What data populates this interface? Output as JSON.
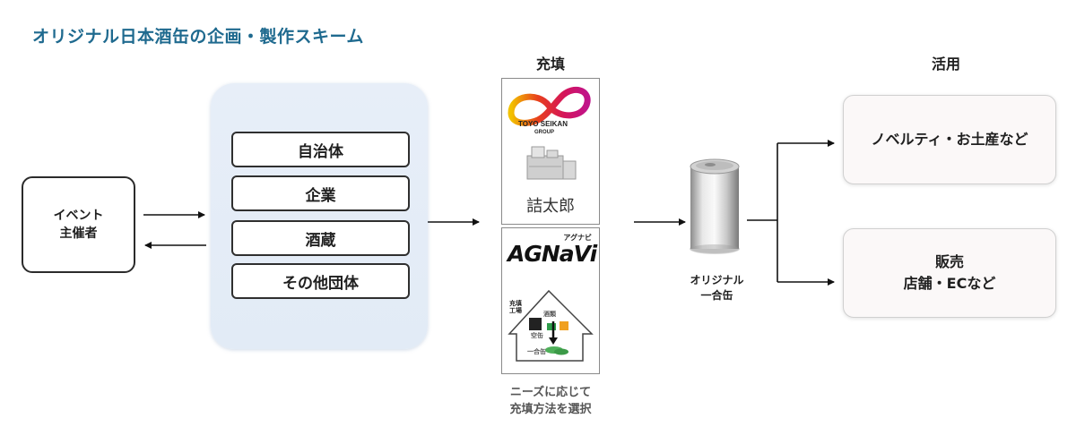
{
  "title": "オリジナル日本酒缶の企画・製作スキーム",
  "event_organizer": {
    "line1": "イベント",
    "line2": "主催者"
  },
  "organizations": [
    "自治体",
    "企業",
    "酒蔵",
    "その他団体"
  ],
  "filling": {
    "heading": "充填",
    "toyo_seikan": {
      "brand": "TOYO SEIKAN",
      "group": "GROUP",
      "machine_name": "詰太郎"
    },
    "agnavi": {
      "logo": "AGNaVi",
      "kana": "アグナビ",
      "house_labels": {
        "facility_line1": "充填",
        "facility_line2": "工場",
        "sake": "酒類",
        "empty_can": "空缶",
        "one_go_can": "一合缶"
      }
    },
    "note_line1": "ニーズに応じて",
    "note_line2": "充填方法を選択"
  },
  "product": {
    "line1": "オリジナル",
    "line2": "一合缶"
  },
  "usage": {
    "heading": "活用",
    "items": [
      {
        "line1": "ノベルティ・お土産など",
        "line2": ""
      },
      {
        "line1": "販売",
        "line2": "店舗・ECなど"
      }
    ]
  },
  "colors": {
    "title": "#1f6a8f",
    "panel": "#e4ecf7",
    "usage_box": "#fbf8f8"
  }
}
